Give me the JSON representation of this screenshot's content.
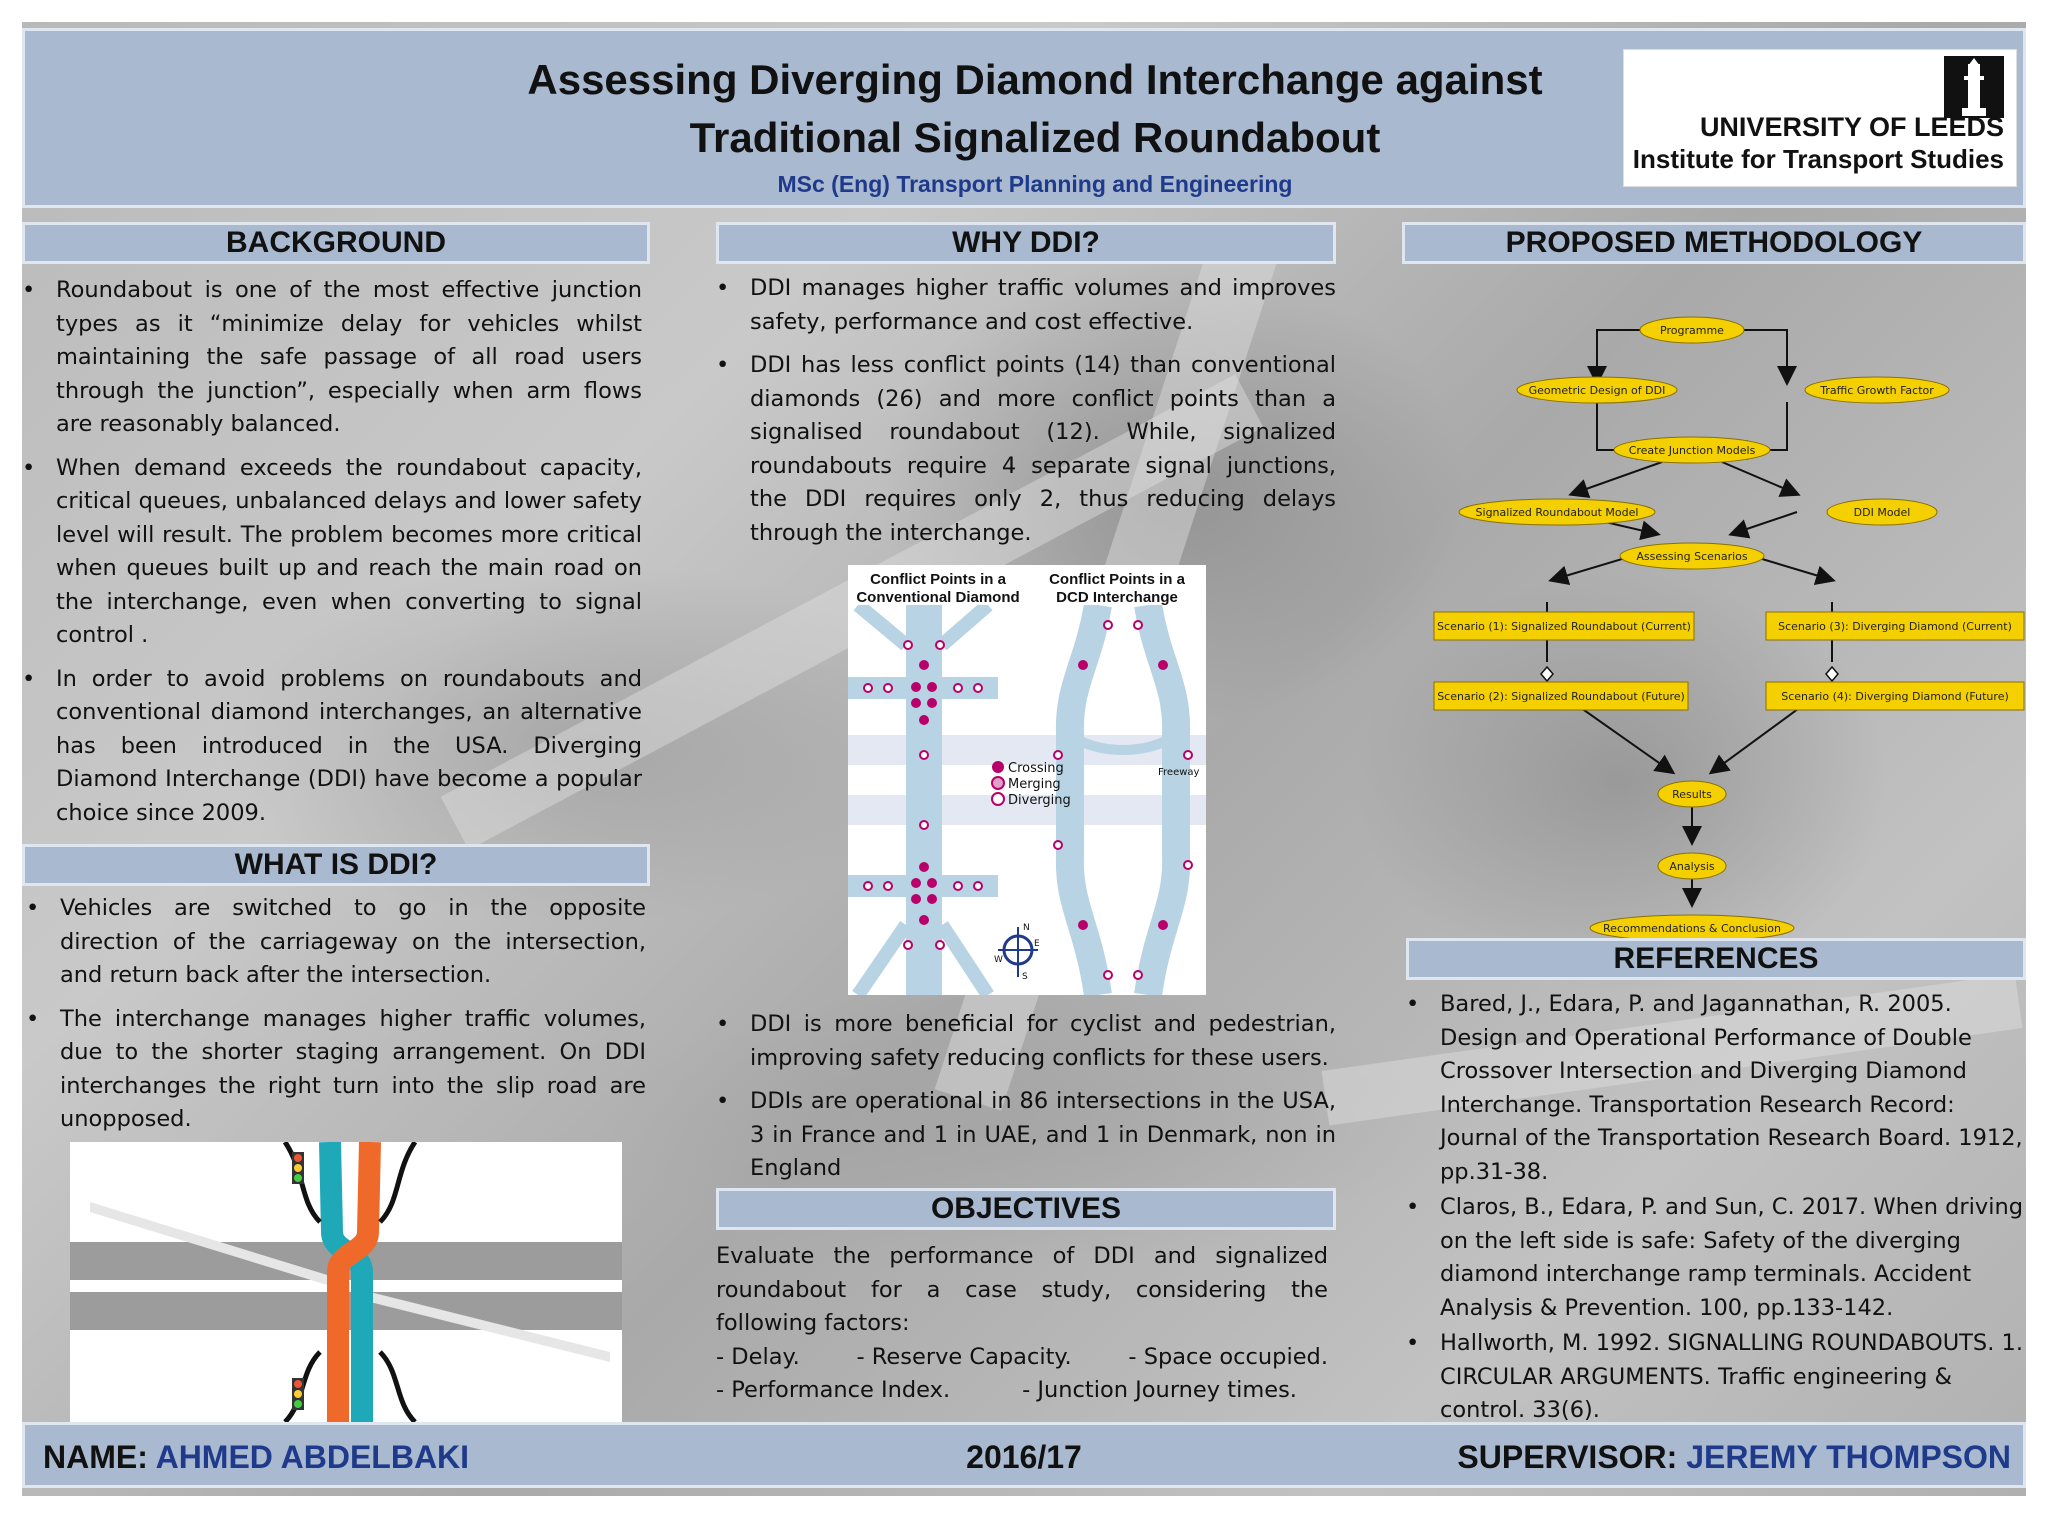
{
  "header": {
    "title_line1": "Assessing Diverging Diamond Interchange against",
    "title_line2": "Traditional Signalized Roundabout",
    "subtitle": "MSc (Eng) Transport Planning and Engineering",
    "logo_line1": "UNIVERSITY OF LEEDS",
    "logo_line2": "Institute for Transport Studies"
  },
  "background": {
    "heading": "BACKGROUND",
    "bullets": [
      "Roundabout is one of the most effective junction types as it “minimize delay for vehicles whilst maintaining the safe passage of all road users through the junction”, especially when arm flows are reasonably balanced.",
      "When demand exceeds the roundabout capacity, critical queues, unbalanced delays and lower safety level will result. The problem becomes more critical when queues built up and reach the main road on the interchange, even when converting to signal control .",
      "In order to avoid problems on roundabouts and conventional diamond interchanges, an alternative has been introduced in the USA. Diverging Diamond Interchange (DDI) have become a popular choice since 2009."
    ]
  },
  "what_is_ddi": {
    "heading": "WHAT IS DDI?",
    "bullets": [
      "Vehicles are switched to go in the opposite direction of the carriageway on the intersection, and return back after the intersection.",
      "The interchange manages higher traffic volumes, due to the shorter staging arrangement. On DDI interchanges the right turn into the slip road are unopposed."
    ]
  },
  "why_ddi": {
    "heading": "WHY DDI?",
    "bullets_top": [
      "DDI manages higher traffic volumes and improves safety, performance and cost effective.",
      "DDI has less conflict points (14) than conventional diamonds (26) and more conflict points than a signalised roundabout (12). While, signalized roundabouts require 4 separate signal junctions, the DDI requires only 2, thus reducing delays through the interchange."
    ],
    "bullets_bottom": [
      "DDI is more beneficial for cyclist and pedestrian, improving safety reducing conflicts for these users.",
      "DDIs are operational in 86 intersections in the USA, 3 in France and 1 in UAE, and 1 in Denmark, non in England"
    ],
    "figure": {
      "left_title_1": "Conflict Points in a",
      "left_title_2": "Conventional Diamond",
      "right_title_1": "Conflict Points in a",
      "right_title_2": "DCD Interchange",
      "legend": [
        "Crossing",
        "Merging",
        "Diverging"
      ],
      "freeway_label": "Freeway",
      "compass": [
        "N",
        "E",
        "S",
        "W"
      ]
    }
  },
  "objectives": {
    "heading": "OBJECTIVES",
    "intro": "Evaluate the performance of DDI and signalized roundabout for a case study, considering the following factors:",
    "factors_line1": [
      "- Delay.",
      "- Reserve Capacity.",
      "- Space occupied."
    ],
    "factors_line2": [
      "- Performance Index.",
      "- Junction Journey times."
    ]
  },
  "methodology": {
    "heading": "PROPOSED METHODOLOGY",
    "nodes": {
      "programme": "Programme",
      "geometric": "Geometric Design of DDI",
      "traffic": "Traffic Growth Factor",
      "junction": "Create Junction Models",
      "sig_model": "Signalized Roundabout Model",
      "ddi_model": "DDI Model",
      "assessing": "Assessing Scenarios",
      "s1": "Scenario (1): Signalized Roundabout (Current)",
      "s3": "Scenario (3): Diverging Diamond (Current)",
      "s2": "Scenario (2): Signalized Roundabout (Future)",
      "s4": "Scenario (4): Diverging Diamond (Future)",
      "results": "Results",
      "analysis": "Analysis",
      "recommend": "Recommendations & Conclusion"
    },
    "colors": {
      "node_fill": "#f5d000",
      "node_stroke": "#8a7000"
    }
  },
  "references": {
    "heading": "REFERENCES",
    "items": [
      "Bared, J., Edara, P. and Jagannathan, R. 2005. Design and Operational Performance of Double Crossover Intersection and Diverging Diamond Interchange. Transportation Research Record: Journal of the Transportation Research Board. 1912, pp.31-38.",
      "Claros, B., Edara, P. and Sun, C. 2017. When driving on the left side is safe: Safety of the diverging diamond interchange ramp terminals. Accident Analysis & Prevention. 100, pp.133-142.",
      "Hallworth, M. 1992. SIGNALLING ROUNDABOUTS. 1. CIRCULAR ARGUMENTS. Traffic engineering & control. 33(6)."
    ]
  },
  "footer": {
    "name_label": "NAME:",
    "name_value": "AHMED ABDELBAKI",
    "year": "2016/17",
    "supervisor_label": "SUPERVISOR:",
    "supervisor_value": "JEREMY THOMPSON"
  },
  "colors": {
    "section_fill": "#a9b9d0",
    "accent_blue": "#1f3a8a",
    "ddi_orange": "#ef6a2a",
    "ddi_teal": "#1fa9b8"
  }
}
